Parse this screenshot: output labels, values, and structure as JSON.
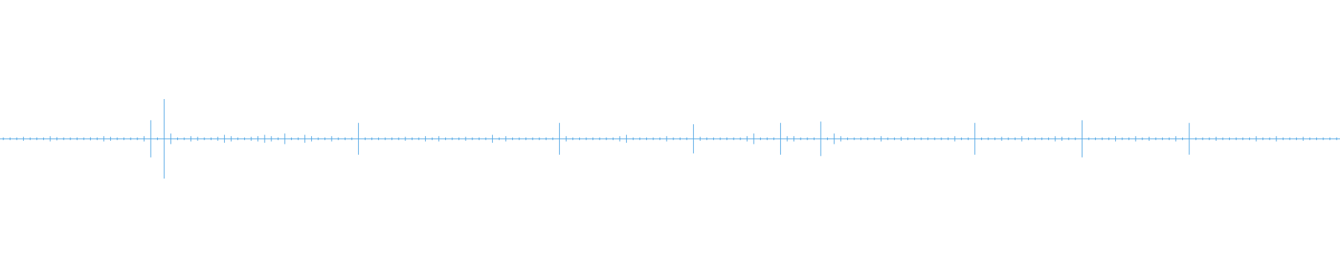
{
  "waveform": {
    "color": "#4aa3e3",
    "peaks": [
      0.01,
      0.01,
      0.01,
      0.015,
      0.01,
      0.01,
      0.01,
      0.02,
      0.012,
      0.01,
      0.01,
      0.01,
      0.01,
      0.012,
      0.01,
      0.02,
      0.015,
      0.01,
      0.01,
      0.01,
      0.01,
      0.02,
      0.14,
      0.01,
      0.3,
      0.04,
      0.01,
      0.01,
      0.02,
      0.015,
      0.01,
      0.01,
      0.015,
      0.03,
      0.02,
      0.01,
      0.01,
      0.015,
      0.02,
      0.03,
      0.02,
      0.01,
      0.04,
      0.01,
      0.01,
      0.03,
      0.02,
      0.01,
      0.01,
      0.02,
      0.01,
      0.01,
      0.01,
      0.12,
      0.01,
      0.01,
      0.01,
      0.01,
      0.01,
      0.01,
      0.015,
      0.01,
      0.01,
      0.02,
      0.01,
      0.02,
      0.01,
      0.01,
      0.01,
      0.015,
      0.01,
      0.01,
      0.01,
      0.03,
      0.01,
      0.02,
      0.01,
      0.01,
      0.01,
      0.01,
      0.01,
      0.01,
      0.01,
      0.12,
      0.02,
      0.01,
      0.01,
      0.01,
      0.01,
      0.01,
      0.01,
      0.01,
      0.02,
      0.03,
      0.01,
      0.01,
      0.01,
      0.01,
      0.01,
      0.02,
      0.01,
      0.01,
      0.01,
      0.11,
      0.015,
      0.01,
      0.01,
      0.01,
      0.01,
      0.01,
      0.01,
      0.02,
      0.04,
      0.01,
      0.01,
      0.01,
      0.12,
      0.02,
      0.02,
      0.01,
      0.01,
      0.01,
      0.13,
      0.01,
      0.04,
      0.02,
      0.01,
      0.01,
      0.01,
      0.01,
      0.01,
      0.02,
      0.01,
      0.01,
      0.015,
      0.01,
      0.01,
      0.01,
      0.01,
      0.01,
      0.01,
      0.01,
      0.02,
      0.01,
      0.01,
      0.12,
      0.01,
      0.01,
      0.01,
      0.015,
      0.01,
      0.01,
      0.02,
      0.01,
      0.01,
      0.01,
      0.01,
      0.02,
      0.015,
      0.01,
      0.01,
      0.14,
      0.01,
      0.01,
      0.01,
      0.01,
      0.02,
      0.01,
      0.01,
      0.02,
      0.01,
      0.015,
      0.01,
      0.01,
      0.01,
      0.02,
      0.01,
      0.12,
      0.01,
      0.01,
      0.01,
      0.015,
      0.01,
      0.01,
      0.01,
      0.01,
      0.01,
      0.02,
      0.01,
      0.01,
      0.02,
      0.01,
      0.01,
      0.01,
      0.015,
      0.01,
      0.01,
      0.01,
      0.01,
      0.01
    ]
  }
}
